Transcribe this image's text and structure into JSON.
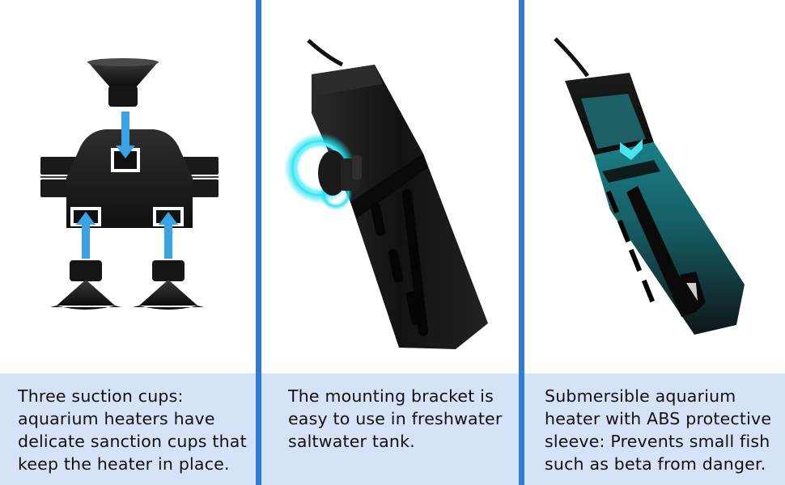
{
  "colors": {
    "divider": "#2f7bd6",
    "caption_bg": "#d6e2f7",
    "arrow": "#3aa3e6",
    "glow": "#1fe0f0",
    "teal": "#1a7f86"
  },
  "panels": [
    {
      "icon": "suction-cups-diagram-icon",
      "caption_lines": [
        "Three suction cups:",
        "aquarium heaters have",
        "delicate sanction cups that",
        "keep the heater in place."
      ]
    },
    {
      "icon": "mounting-bracket-heater-icon",
      "caption_lines": [
        "The mounting bracket is",
        "easy to use in freshwater",
        "saltwater tank."
      ]
    },
    {
      "icon": "protective-sleeve-heater-icon",
      "caption_lines": [
        "Submersible aquarium",
        "heater with ABS protective",
        "sleeve: Prevents small fish",
        "such as beta from danger."
      ]
    }
  ]
}
